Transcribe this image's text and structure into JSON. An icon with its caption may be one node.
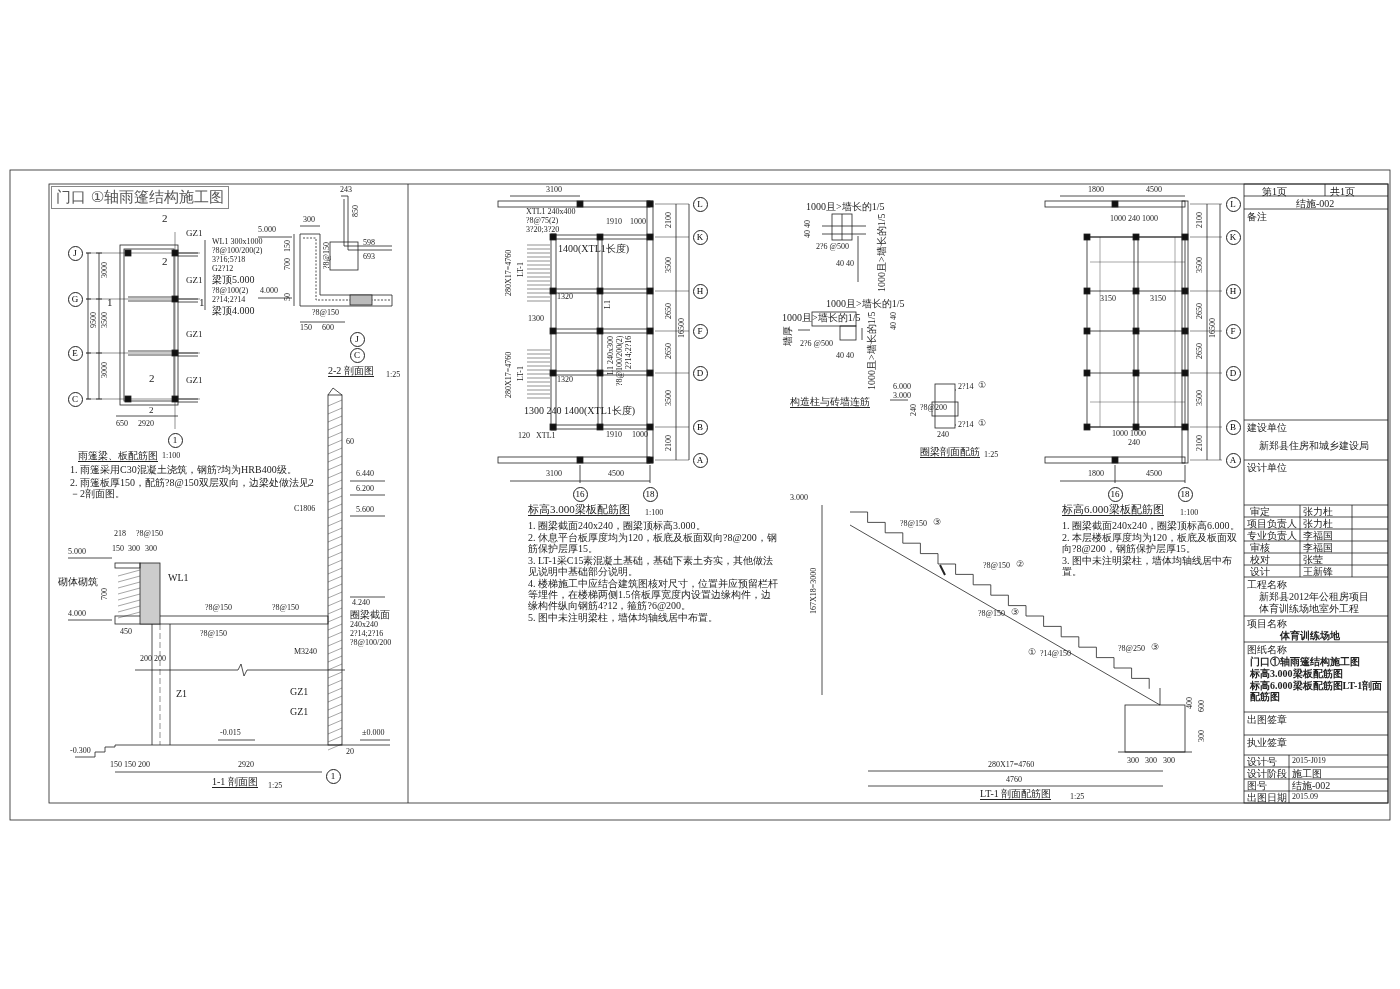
{
  "diagram": {
    "title": "门口 ①轴雨篷结构施工图",
    "nodes": [
      {
        "text": [
          "J"
        ]
      },
      {
        "text": [
          "G"
        ]
      },
      {
        "text": [
          "E"
        ]
      },
      {
        "text": [
          "C"
        ]
      },
      {
        "text": [
          "1"
        ]
      },
      {
        "text": [
          "J"
        ]
      },
      {
        "text": [
          "C"
        ]
      },
      {
        "text": [
          "1"
        ]
      },
      {
        "text": [
          "L"
        ]
      },
      {
        "text": [
          "K"
        ]
      },
      {
        "text": [
          "H"
        ]
      },
      {
        "text": [
          "F"
        ]
      },
      {
        "text": [
          "D"
        ]
      },
      {
        "text": [
          "B"
        ]
      },
      {
        "text": [
          "A"
        ]
      },
      {
        "text": [
          "16"
        ]
      },
      {
        "text": [
          "18"
        ]
      },
      {
        "text": [
          "L"
        ]
      },
      {
        "text": [
          "K"
        ]
      },
      {
        "text": [
          "H"
        ]
      },
      {
        "text": [
          "F"
        ]
      },
      {
        "text": [
          "D"
        ]
      },
      {
        "text": [
          "B"
        ]
      },
      {
        "text": [
          "A"
        ]
      },
      {
        "text": [
          "16"
        ]
      },
      {
        "text": [
          "18"
        ]
      }
    ],
    "labels": [
      "GZ1",
      "GZ1",
      "GZ1",
      "GZ1",
      "WL1 300x1000",
      "?8@100/200(2)",
      "3?16;5?18",
      "G2?12",
      "梁顶5.000",
      "?8@100(2)",
      "2?14;2?14",
      "梁顶4.000",
      "3000",
      "3500",
      "3000",
      "9500",
      "650",
      "2920",
      "雨篷梁、板配筋图",
      "1:100",
      "1. 雨篷采用C30混凝土浇筑，钢筋?均为HRB400级。",
      "2. 雨篷板厚150，配筋?8@150双层双向，边梁处做法见2－2剖面图。",
      "2",
      "2",
      "1",
      "1",
      "2",
      "2",
      "300",
      "5.000",
      "4.000",
      "150",
      "700",
      "50",
      "?8@150",
      "?8@150",
      "150",
      "600",
      "2-2 剖面图",
      "1:25",
      "243",
      "850",
      "598",
      "693",
      "5.000",
      "4.000",
      "218",
      "?8@150",
      "150",
      "300",
      "300",
      "砌体砌筑",
      "WL1",
      "700",
      "450",
      "?8@150",
      "?8@150",
      "?8@150",
      "4.240",
      "圈梁截面",
      "240x240",
      "2?14;2?16",
      "?8@100/200",
      "M3240",
      "C1806",
      "6.440",
      "6.200",
      "5.600",
      "60",
      "200 200",
      "Z1",
      "GZ1",
      "GZ1",
      "-0.015",
      "±0.000",
      "-0.300",
      "150 150 200",
      "2920",
      "1-1 剖面图",
      "1:25",
      "20",
      "3100",
      "XTL1 240x400",
      "?8@75(2)",
      "3?20;3?20",
      "1910",
      "1000",
      "1400(XTL1长度)",
      "280X17=4760",
      "LT-1",
      "1320",
      "1300",
      "L1",
      "L1 240x300",
      "?8@100/200(2)",
      "2?14;2?16",
      "280X17=4760",
      "LT-1",
      "1320",
      "1300 240 1400(XTL1长度)",
      "120",
      "XTL1",
      "1910",
      "1000",
      "3100",
      "4500",
      "2100",
      "3500",
      "2650",
      "2650",
      "3500",
      "2100",
      "16500",
      "标高3.000梁板配筋图",
      "1:100",
      "1. 圈梁截面240x240，圈梁顶标高3.000。",
      "2. 休息平台板厚度均为120，板底及板面双向?8@200，钢筋保护层厚15。",
      "3. LT-1采C15素混凝土基础，基础下素土夯实，其他做法见说明中基础部分说明。",
      "4. 楼梯施工中应结合建筑图核对尺寸，位置并应预留栏杆等埋件，在楼梯两侧1.5倍板厚宽度内设置边缘构件，边缘构件纵向钢筋4?12，箍筋?6@200。",
      "5. 图中未注明梁柱，墙体均轴线居中布置。",
      "1000且>墙长的1/5",
      "1000且>墙长的1/5",
      "40 40",
      "2?6 @500",
      "40 40",
      "1000且>墙长的1/5",
      "1000且>墙长的1/5",
      "墙厚",
      "2?6 @500",
      "1000且>墙长的1/5",
      "40 40",
      "40 40",
      "构造柱与砖墙连筋",
      "6.000",
      "3.000",
      "240",
      "?8@200",
      "2?14",
      "①",
      "2?14",
      "①",
      "240",
      "圈梁剖面配筋",
      "1:25",
      "1800",
      "4500",
      "1000 240 1000",
      "3150",
      "3150",
      "1000 1000",
      "240",
      "1800",
      "4500",
      "2100",
      "3500",
      "2650",
      "2650",
      "3500",
      "2100",
      "16500",
      "标高6.000梁板配筋图",
      "1:100",
      "1. 圈梁截面240x240，圈梁顶标高6.000。",
      "2. 本层楼板厚度均为120，板底及板面双向?8@200，钢筋保护层厚15。",
      "3. 图中未注明梁柱，墙体均轴线居中布置。",
      "3.000",
      "167X18=3000",
      "?8@150",
      "③",
      "?8@150",
      "②",
      "?8@150",
      "③",
      "①",
      "?14@150",
      "?8@250",
      "③",
      "400",
      "600",
      "300",
      "300",
      "300",
      "300",
      "280X17=4760",
      "4760",
      "LT-1 剖面配筋图",
      "1:25",
      "第1页",
      "共1页",
      "结施-002",
      "备注",
      "建设单位",
      "新郑县住房和城乡建设局",
      "设计单位",
      "审定",
      "张力杜",
      "项目负责人",
      "张力杜",
      "专业负责人",
      "李福国",
      "审核",
      "李福国",
      "校对",
      "张莹",
      "设计",
      "王新锋",
      "工程名称",
      "新郑县2012年公租房项目",
      "体育训练场地室外工程",
      "项目名称",
      "体育训练场地",
      "图纸名称",
      "门口①轴雨篷结构施工图",
      "标高3.000梁板配筋图",
      "标高6.000梁板配筋图LT-1剖面配筋图",
      "出图签章",
      "执业签章",
      "设计号",
      "2015-J019",
      "设计阶段",
      "施工图",
      "图号",
      "结施-002",
      "出图日期",
      "2015.09"
    ]
  }
}
